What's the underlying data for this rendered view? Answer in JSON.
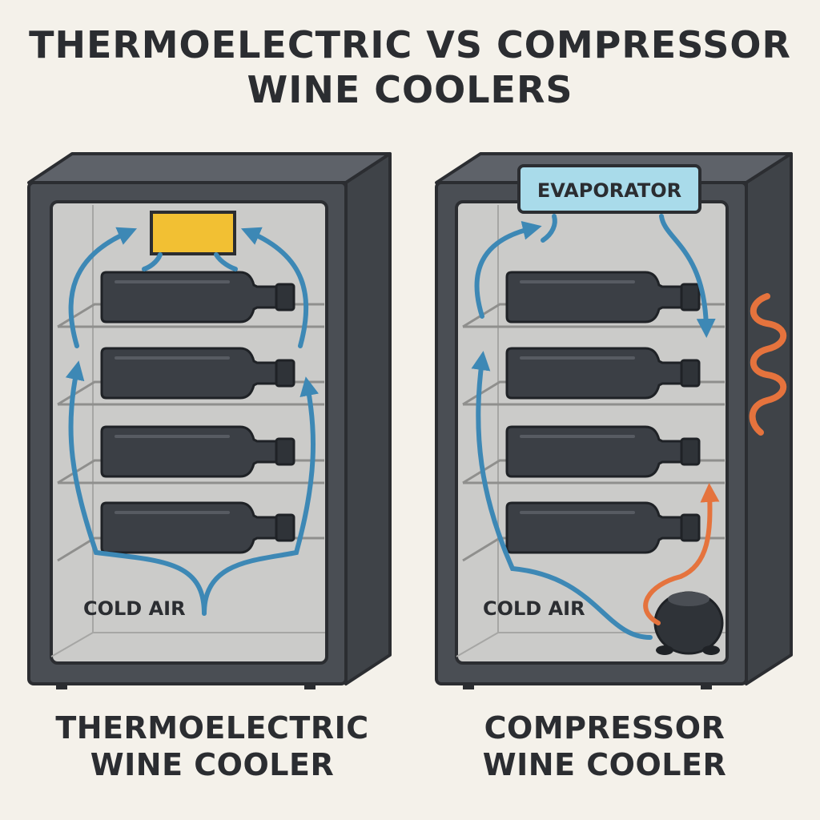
{
  "title": {
    "line1": "THERMOELECTRIC VS COMPRESSOR",
    "line2": "WINE COOLERS"
  },
  "left_cooler": {
    "caption_line1": "THERMOELECTRIC",
    "caption_line2": "WINE COOLER",
    "air_label": "COLD AIR",
    "module_color": "#f2c033",
    "bottle_count": 4
  },
  "right_cooler": {
    "caption_line1": "COMPRESSOR",
    "caption_line2": "WINE COOLER",
    "air_label": "COLD AIR",
    "evaporator_label": "EVAPORATOR",
    "bottle_count": 4
  },
  "colors": {
    "cold_air": "#3d88b5",
    "hot_air": "#e5733d",
    "cabinet": "#4a4e54",
    "interior": "#cbcbc9",
    "evaporator": "#a9dbea",
    "background": "#f4f1ea"
  }
}
